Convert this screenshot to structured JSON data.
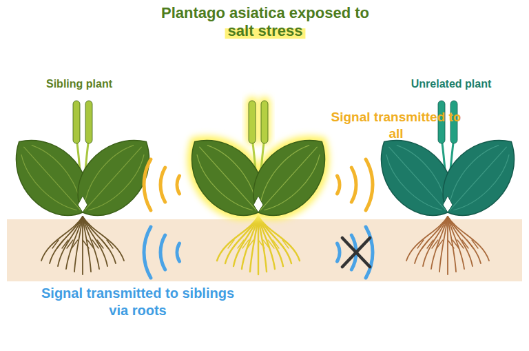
{
  "diagram": {
    "nodes": [
      {
        "text": [
          "Sibling plant"
        ]
      },
      {
        "text": [
          "Plantago asiatica exposed to salt stress"
        ]
      },
      {
        "text": [
          "Unrelated plant"
        ]
      }
    ],
    "labels": [
      "Signal transmitted to all",
      "Signal transmitted to siblings via roots"
    ]
  }
}
